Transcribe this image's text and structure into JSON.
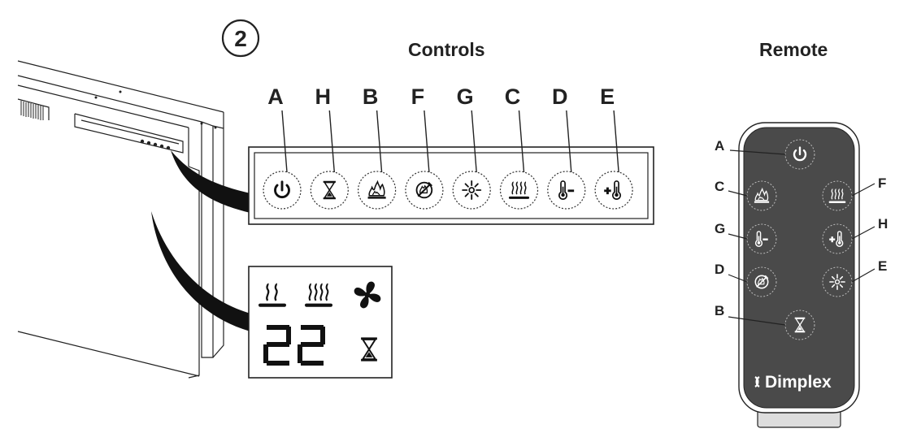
{
  "step_number": "2",
  "headings": {
    "controls": "Controls",
    "remote": "Remote"
  },
  "control_panel": {
    "letters": [
      "A",
      "H",
      "B",
      "F",
      "G",
      "C",
      "D",
      "E"
    ],
    "icons": [
      "power-icon",
      "timer-icon",
      "flame-icon",
      "flame-color-icon",
      "brightness-icon",
      "heat-high-icon",
      "temp-down-icon",
      "temp-up-icon"
    ]
  },
  "display_panel": {
    "temperature": "22",
    "icons": [
      "heat-low-icon",
      "heat-high-icon",
      "fan-icon",
      "timer-icon"
    ]
  },
  "remote": {
    "brand": "Dimplex",
    "callouts": [
      {
        "letter": "A",
        "icon": "power-icon"
      },
      {
        "letter": "C",
        "icon": "flame-icon"
      },
      {
        "letter": "F",
        "icon": "heat-high-icon"
      },
      {
        "letter": "G",
        "icon": "temp-down-icon"
      },
      {
        "letter": "H",
        "icon": "temp-up-icon"
      },
      {
        "letter": "D",
        "icon": "flame-color-icon"
      },
      {
        "letter": "E",
        "icon": "brightness-icon"
      },
      {
        "letter": "B",
        "icon": "timer-icon"
      }
    ]
  },
  "colors": {
    "remote_body": "#4a4a4a",
    "line": "#222222",
    "remote_icon": "#ffffff"
  }
}
